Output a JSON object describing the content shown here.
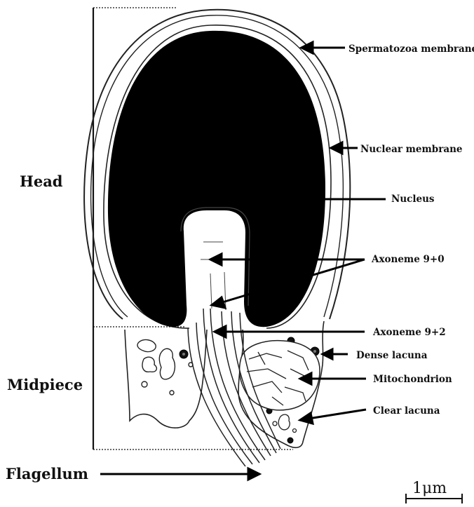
{
  "diagram": {
    "regions": {
      "head": "Head",
      "midpiece": "Midpiece",
      "flagellum": "Flagellum"
    },
    "labels": {
      "spermatozoa_membrane": "Spermatozoa membrane",
      "nuclear_membrane": "Nuclear membrane",
      "nucleus": "Nucleus",
      "axoneme_9_0": "Axoneme 9+0",
      "axoneme_9_2": "Axoneme 9+2",
      "dense_lacuna": "Dense lacuna",
      "mitochondrion": "Mitochondrion",
      "clear_lacuna": "Clear lacuna"
    },
    "scale_bar": "1μm"
  }
}
